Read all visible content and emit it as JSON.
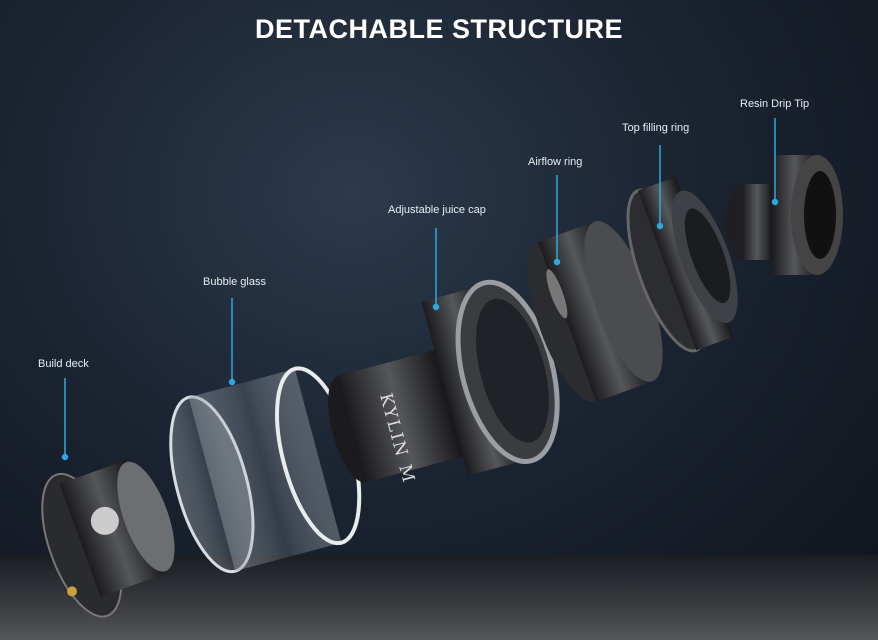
{
  "title": "DETACHABLE STRUCTURE",
  "parts": [
    {
      "label": "Build deck",
      "icon": "build-deck"
    },
    {
      "label": "Bubble glass",
      "icon": "bubble-glass"
    },
    {
      "label": "Adjustable juice cap",
      "icon": "juice-cap"
    },
    {
      "label": "Airflow ring",
      "icon": "airflow-ring"
    },
    {
      "label": "Top filling ring",
      "icon": "top-filling-ring"
    },
    {
      "label": "Resin Drip Tip",
      "icon": "drip-tip"
    }
  ],
  "brand_logo": "KYLIN M",
  "colors": {
    "leader_line": "#2fa8e0",
    "label": "#e8eef3"
  }
}
